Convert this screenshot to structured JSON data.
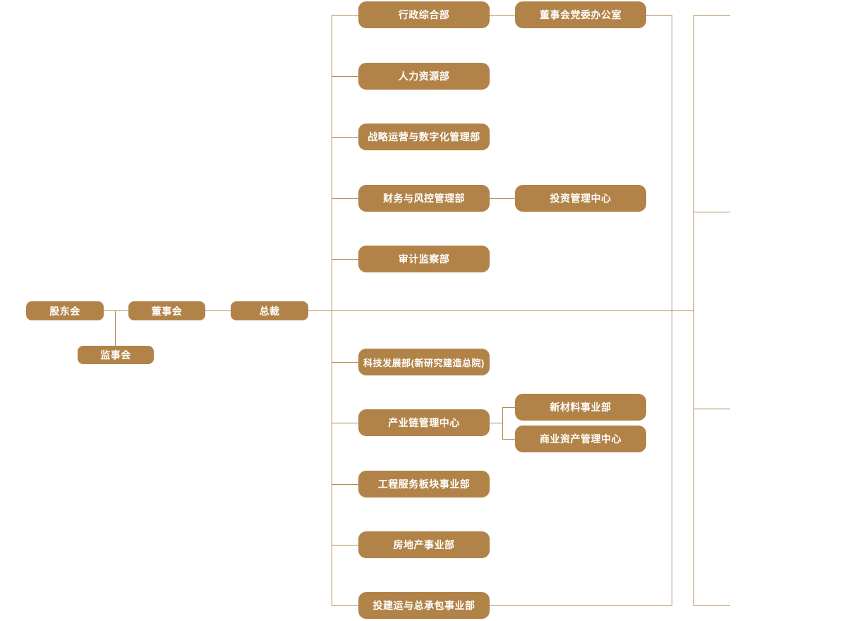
{
  "chart": {
    "type": "org-chart",
    "title": "",
    "colors": {
      "node_fill": "#B28348",
      "node_text": "#FFFFFF",
      "connector": "#B08A52",
      "background": "#FFFFFF"
    },
    "nodes": {
      "shareholders": {
        "label": "股东会"
      },
      "supervisory_board": {
        "label": "监事会"
      },
      "board_of_directors": {
        "label": "董事会"
      },
      "president": {
        "label": "总裁"
      },
      "admin_general": {
        "label": "行政综合部"
      },
      "hr": {
        "label": "人力资源部"
      },
      "strategy_digital": {
        "label": "战略运营与数字化管理部"
      },
      "finance_risk": {
        "label": "财务与风控管理部"
      },
      "audit_supervision": {
        "label": "审计监察部"
      },
      "tech_development": {
        "label": "科技发展部(新研究建造总院)"
      },
      "industry_chain": {
        "label": "产业链管理中心"
      },
      "engineering_services": {
        "label": "工程服务板块事业部"
      },
      "real_estate": {
        "label": "房地产事业部"
      },
      "invest_build_epc": {
        "label": "投建运与总承包事业部"
      },
      "board_party_office": {
        "label": "董事会党委办公室"
      },
      "investment_mgmt": {
        "label": "投资管理中心"
      },
      "new_materials": {
        "label": "新材料事业部"
      },
      "commercial_assets": {
        "label": "商业资产管理中心"
      }
    },
    "hierarchy": [
      {
        "parent": "股东会",
        "children": [
          "董事会",
          "监事会"
        ]
      },
      {
        "parent": "董事会",
        "children": [
          "总裁"
        ]
      },
      {
        "parent": "总裁",
        "children": [
          "行政综合部",
          "人力资源部",
          "战略运营与数字化管理部",
          "财务与风控管理部",
          "审计监察部",
          "科技发展部(新研究建造总院)",
          "产业链管理中心",
          "工程服务板块事业部",
          "房地产事业部",
          "投建运与总承包事业部"
        ]
      },
      {
        "parent": "行政综合部",
        "children": [
          "董事会党委办公室"
        ]
      },
      {
        "parent": "财务与风控管理部",
        "children": [
          "投资管理中心"
        ]
      },
      {
        "parent": "产业链管理中心",
        "children": [
          "新材料事业部",
          "商业资产管理中心"
        ]
      }
    ]
  }
}
